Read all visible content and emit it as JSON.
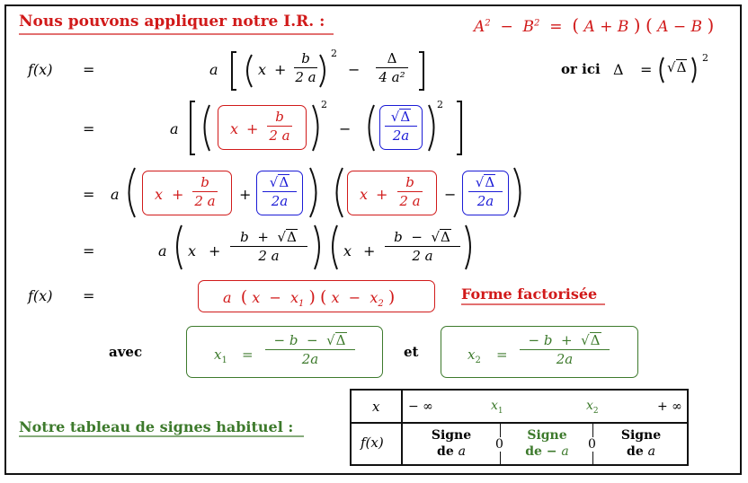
{
  "header": {
    "title": "Nous pouvons appliquer notre I.R. :",
    "identity": {
      "a2": "A",
      "b2": "B",
      "minus": "−",
      "sq": "2",
      "eq": "=",
      "lp": "(",
      "rp": ")",
      "a": "A",
      "plus": "+",
      "b": "B",
      "minus2": "−"
    }
  },
  "line1": {
    "lhs": "f(x)",
    "eq": "=",
    "a": "a",
    "x": "x",
    "plus": "+",
    "frac_n": "b",
    "frac_d": "2 a",
    "sq": "2",
    "minus": "−",
    "delta_n": "Δ",
    "delta_d": "4 a²",
    "note": "or ici",
    "note_delta": "Δ",
    "note_eq": "=",
    "note_rad": "Δ",
    "note_sq": "2"
  },
  "line2": {
    "eq": "=",
    "a": "a",
    "x": "x",
    "plus": "+",
    "frac_n": "b",
    "frac_d": "2 a",
    "sq1": "2",
    "minus": "−",
    "rad": "Δ",
    "den": "2a",
    "sq2": "2"
  },
  "line3": {
    "eq": "=",
    "a": "a",
    "x": "x",
    "plus": "+",
    "frac_n": "b",
    "frac_d": "2 a",
    "plus2": "+",
    "rad": "Δ",
    "den": "2a",
    "x2": "x",
    "plus3": "+",
    "frac_n2": "b",
    "frac_d2": "2 a",
    "minus": "−",
    "rad2": "Δ",
    "den2": "2a"
  },
  "line4": {
    "eq": "=",
    "a": "a",
    "x": "x",
    "plus": "+",
    "num1a": "b",
    "num1op": "+",
    "num1rad": "Δ",
    "den1": "2 a",
    "x2": "x",
    "plus2": "+",
    "num2a": "b",
    "num2op": "−",
    "num2rad": "Δ",
    "den2": "2 a"
  },
  "line5": {
    "lhs": "f(x)",
    "eq": "=",
    "expr_a": "a",
    "expr_x1": "x",
    "expr_minus1": "−",
    "expr_v1": "x",
    "expr_s1": "1",
    "expr_x2": "x",
    "expr_minus2": "−",
    "expr_v2": "x",
    "expr_s2": "2",
    "label": "Forme factorisée"
  },
  "roots": {
    "avec": "avec",
    "et": "et",
    "x1": {
      "var": "x",
      "sub": "1",
      "eq": "=",
      "num_a": "− b",
      "num_op": "−",
      "rad": "Δ",
      "den": "2a"
    },
    "x2": {
      "var": "x",
      "sub": "2",
      "eq": "=",
      "num_a": "− b",
      "num_op": "+",
      "rad": "Δ",
      "den": "2a"
    }
  },
  "signs": {
    "title": "Notre tableau de signes habituel :",
    "row1": {
      "head": "x",
      "minf": "− ∞",
      "x1": "x",
      "s1": "1",
      "x2": "x",
      "s2": "2",
      "pinf": "+ ∞"
    },
    "row2": {
      "head": "f(x)",
      "c1a": "Signe",
      "c1b": "de",
      "c1v": "a",
      "z1": "0",
      "c2a": "Signe",
      "c2b": "de −",
      "c2v": "a",
      "z2": "0",
      "c3a": "Signe",
      "c3b": "de",
      "c3v": "a"
    }
  },
  "colors": {
    "red": "#d11a1a",
    "blue": "#1b1bd6",
    "green": "#3d7a2c"
  }
}
